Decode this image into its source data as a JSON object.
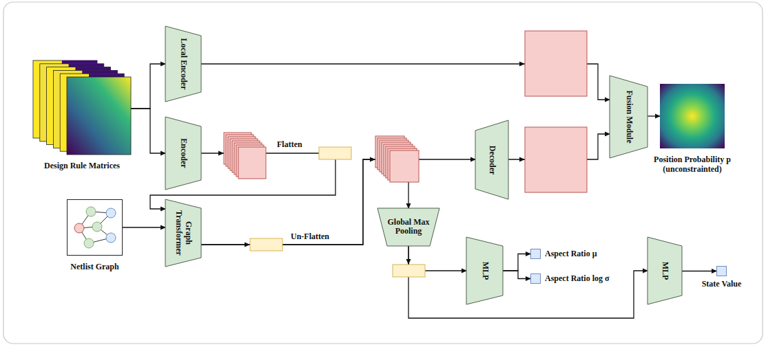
{
  "diagram": {
    "nodes": [
      {
        "text": [
          "Design Rule Matrices"
        ]
      },
      {
        "text": [
          "Local Encoder"
        ]
      },
      {
        "text": [
          "Encoder"
        ]
      },
      {
        "text": [
          "Netlist Graph"
        ]
      },
      {
        "text": [
          "Graph Transformer"
        ]
      },
      {
        "text": [
          "Decoder"
        ]
      },
      {
        "text": [
          "Global Max Pooling"
        ]
      },
      {
        "text": [
          "MLP"
        ]
      },
      {
        "text": [
          "MLP"
        ]
      },
      {
        "text": [
          "Fusion Module"
        ]
      },
      {
        "text": [
          "Position Probability p (unconstrainted)"
        ]
      },
      {
        "text": [
          "Aspect Ratio μ"
        ]
      },
      {
        "text": [
          "Aspect Ratio log σ"
        ]
      },
      {
        "text": [
          "State Value"
        ]
      }
    ],
    "edges": [
      {
        "from": 0,
        "to": 1,
        "arrow": "to"
      },
      {
        "from": 0,
        "to": 2,
        "arrow": "to"
      },
      {
        "from": 2,
        "to": 4,
        "arrow": "to",
        "label": "Flatten"
      },
      {
        "from": 3,
        "to": 4,
        "arrow": "to"
      },
      {
        "from": 4,
        "to": 5,
        "arrow": "to",
        "label": "Un-Flatten"
      },
      {
        "from": 4,
        "to": 6,
        "arrow": "to"
      },
      {
        "from": 6,
        "to": 7,
        "arrow": "to"
      },
      {
        "from": 6,
        "to": 8,
        "arrow": "to"
      },
      {
        "from": 5,
        "to": 9,
        "arrow": "to"
      },
      {
        "from": 1,
        "to": 9,
        "arrow": "to"
      },
      {
        "from": 9,
        "to": 10,
        "arrow": "to"
      },
      {
        "from": 7,
        "to": 11,
        "arrow": "to"
      },
      {
        "from": 7,
        "to": 12,
        "arrow": "to"
      },
      {
        "from": 8,
        "to": 13,
        "arrow": "to"
      }
    ]
  }
}
